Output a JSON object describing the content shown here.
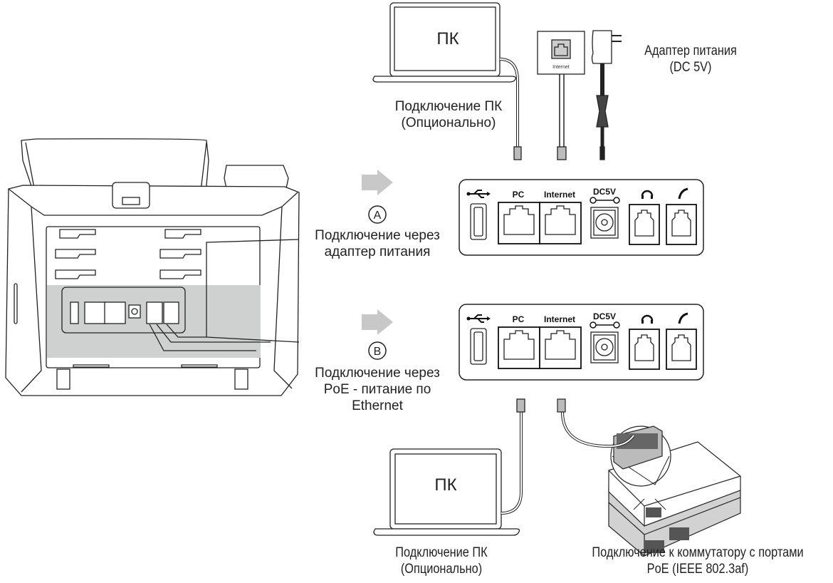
{
  "top": {
    "laptop_label": "ПК",
    "pc_connection_line1": "Подключение ПК",
    "pc_connection_line2": "(Опционально)",
    "wall_jack_label": "Internet",
    "adapter_line1": "Адаптер питания",
    "adapter_line2": "(DC 5V)"
  },
  "option_a": {
    "badge": "A",
    "line1": "Подключение через",
    "line2": "адаптер питания"
  },
  "option_b": {
    "badge": "B",
    "line1": "Подключение через",
    "line2": "PoE - питание по",
    "line3": "Ethernet"
  },
  "port_panel": {
    "usb_icon": "usb-icon",
    "pc": "PC",
    "internet": "Internet",
    "dc": "DC5V",
    "headset_icon": "headset-icon",
    "handset_icon": "handset-icon"
  },
  "bottom": {
    "laptop_label": "ПК",
    "pc_connection_line1": "Подключение ПК",
    "pc_connection_line2": "(Опционально)",
    "switch_line1": "Подключение к коммутатору с портами",
    "switch_line2": "PoE (IEEE 802.3af)"
  },
  "colors": {
    "arrow": "#c8c8c8",
    "highlight": "#cfd0d0",
    "line": "#222222"
  }
}
